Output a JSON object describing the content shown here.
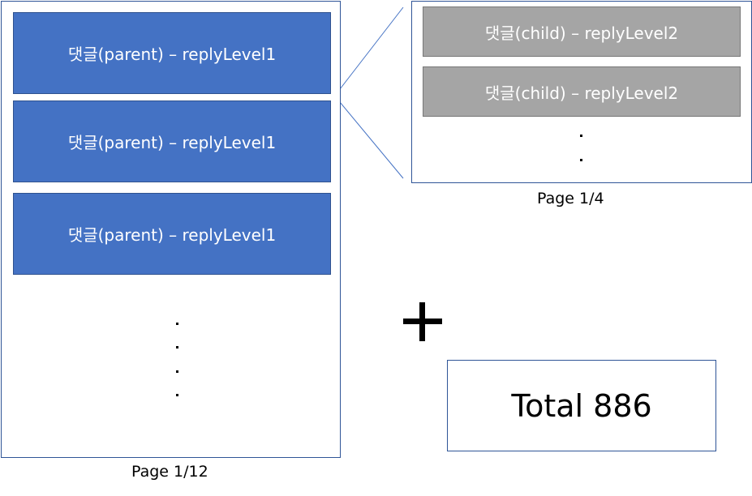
{
  "parent_panel": {
    "items": [
      {
        "label": "댓글(parent) – replyLevel1"
      },
      {
        "label": "댓글(parent) – replyLevel1"
      },
      {
        "label": "댓글(parent) – replyLevel1"
      }
    ],
    "page_label": "Page 1/12"
  },
  "child_panel": {
    "items": [
      {
        "label": "댓글(child) – replyLevel2"
      },
      {
        "label": "댓글(child) – replyLevel2"
      }
    ],
    "page_label": "Page 1/4"
  },
  "total": {
    "label": "Total 886"
  },
  "colors": {
    "parent_fill": "#4472c4",
    "child_fill": "#a5a5a5",
    "frame_border": "#2f5597"
  }
}
